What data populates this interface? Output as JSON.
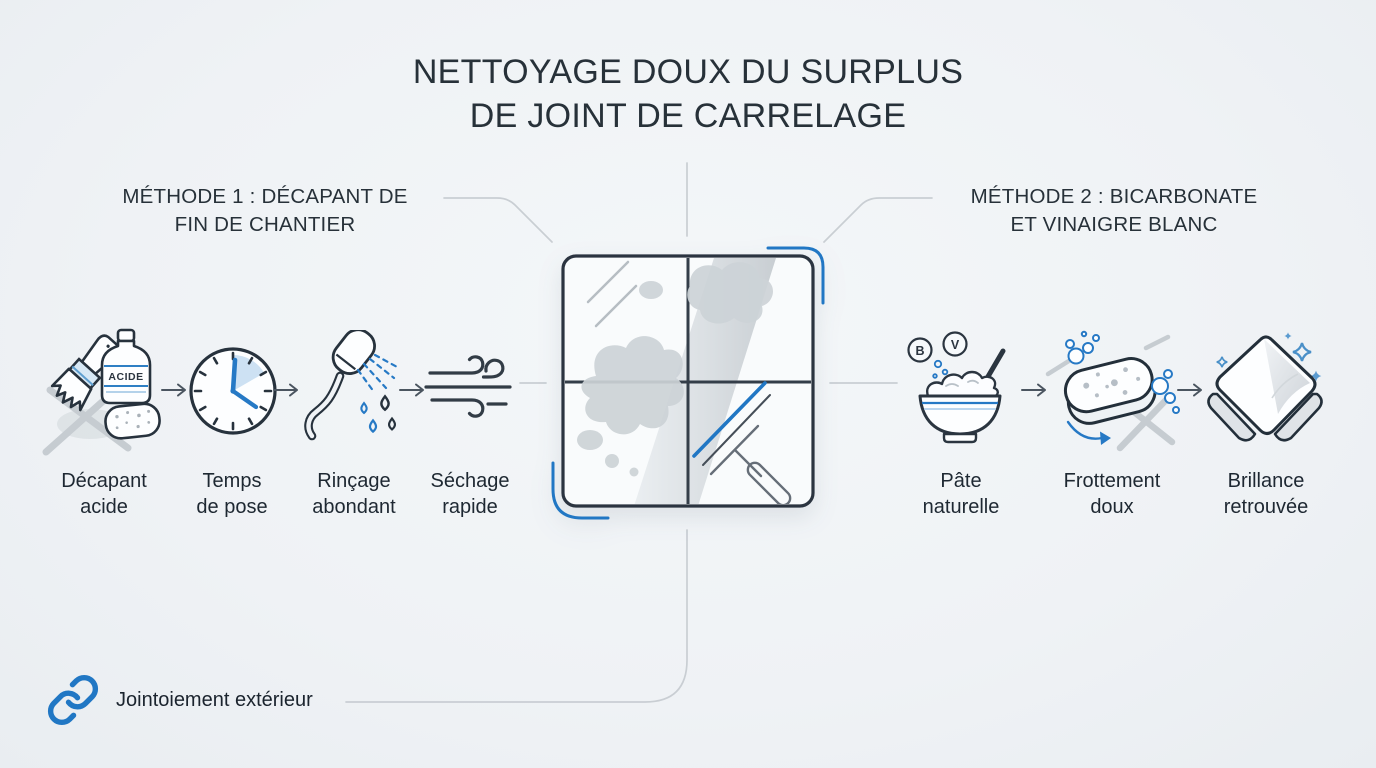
{
  "title": {
    "line1": "NETTOYAGE DOUX DU SURPLUS",
    "line2": "DE JOINT DE CARRELAGE"
  },
  "methods": [
    {
      "id": "method-1",
      "title_line1": "MÉTHODE 1 : DÉCAPANT DE",
      "title_line2": "FIN DE CHANTIER",
      "steps": [
        {
          "icon": "acid-stripper-icon",
          "line1": "Décapant",
          "line2": "acide",
          "bottle_label": "ACIDE"
        },
        {
          "icon": "dwell-time-clock-icon",
          "line1": "Temps",
          "line2": "de pose"
        },
        {
          "icon": "rinse-shower-icon",
          "line1": "Rinçage",
          "line2": "abondant"
        },
        {
          "icon": "fast-dry-wind-icon",
          "line1": "Séchage",
          "line2": "rapide"
        }
      ]
    },
    {
      "id": "method-2",
      "title_line1": "MÉTHODE 2 : BICARBONATE",
      "title_line2": "ET VINAIGRE BLANC",
      "steps": [
        {
          "icon": "natural-paste-bowl-icon",
          "line1": "Pâte",
          "line2": "naturelle",
          "badge_b": "B",
          "badge_v": "V"
        },
        {
          "icon": "gentle-scrub-sponge-icon",
          "line1": "Frottement",
          "line2": "doux"
        },
        {
          "icon": "shine-cloth-icon",
          "line1": "Brillance",
          "line2": "retrouvée"
        }
      ]
    }
  ],
  "footer": {
    "link_label": "Jointoiement extérieur"
  },
  "colors": {
    "background": "#eff2f5",
    "ink": "#273139",
    "accent_blue": "#2177c4",
    "light_blue": "#c8def2",
    "muted_gray": "#c6ccd1",
    "connector_gray": "#c9ced3"
  }
}
